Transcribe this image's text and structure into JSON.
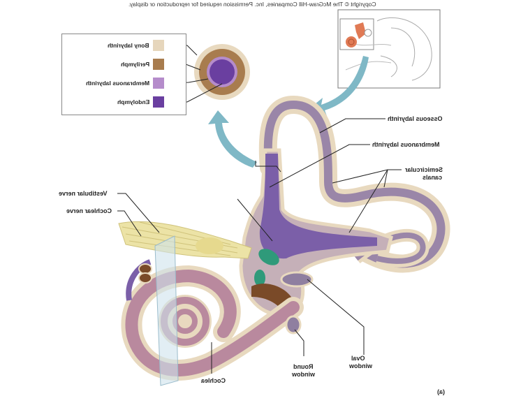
{
  "figure": {
    "copyright": "Copyright © The McGraw-Hill Companies, Inc. Permission required for reproduction or display.",
    "panel_label": "(a)",
    "mirrored": true
  },
  "legend": {
    "items": [
      {
        "label": "Bony labyrinth",
        "color": "#e6d6bc"
      },
      {
        "label": "Perilymph",
        "color": "#a87c4e"
      },
      {
        "label": "Membranous labyrinth",
        "color": "#b58ccb"
      },
      {
        "label": "Endolymph",
        "color": "#6a3fa0"
      }
    ]
  },
  "labels": {
    "osseous_labyrinth": "Osseous labyrinth",
    "membranous_labyrinth": "Membranous labyrinth",
    "semicircular_canals_1": "Semicircular",
    "semicircular_canals_2": "canals",
    "vestibular_nerve": "Vestibular nerve",
    "cochlear_nerve": "Cochlear nerve",
    "oval_window_1": "Oval",
    "oval_window_2": "window",
    "round_window_1": "Round",
    "round_window_2": "window",
    "cochlea": "Cochlea"
  },
  "colors": {
    "bone": "#e8d9bf",
    "membrane": "#9a86a8",
    "endolymph": "#7b5fa8",
    "nerve": "#ece3a6",
    "arrow": "#7fb8c6",
    "macula": "#2f9a7a",
    "inset_ear": "#e07a55"
  }
}
